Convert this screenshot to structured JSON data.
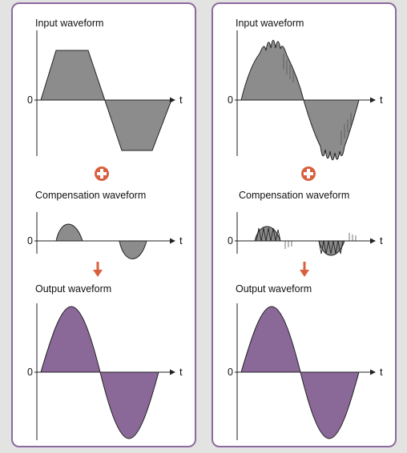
{
  "colors": {
    "panel_border": "#8c6aa0",
    "input_fill": "#8c8c8c",
    "output_fill": "#8a6898",
    "plus_icon": "#d9603d",
    "arrow": "#d9603d",
    "background": "#e3e3e1"
  },
  "icons": {
    "plus": "plus-circle-icon",
    "arrow": "arrow-down-icon"
  },
  "panels": [
    {
      "variant": "simple",
      "input_title": "Input waveform",
      "compensation_title": "Compensation waveform",
      "output_title": "Output waveform",
      "origin_label": "0",
      "axis_label": "t"
    },
    {
      "variant": "rippled",
      "input_title": "Input waveform",
      "compensation_title": "Compensation waveform",
      "output_title": "Output waveform",
      "origin_label": "0",
      "axis_label": "t"
    }
  ]
}
